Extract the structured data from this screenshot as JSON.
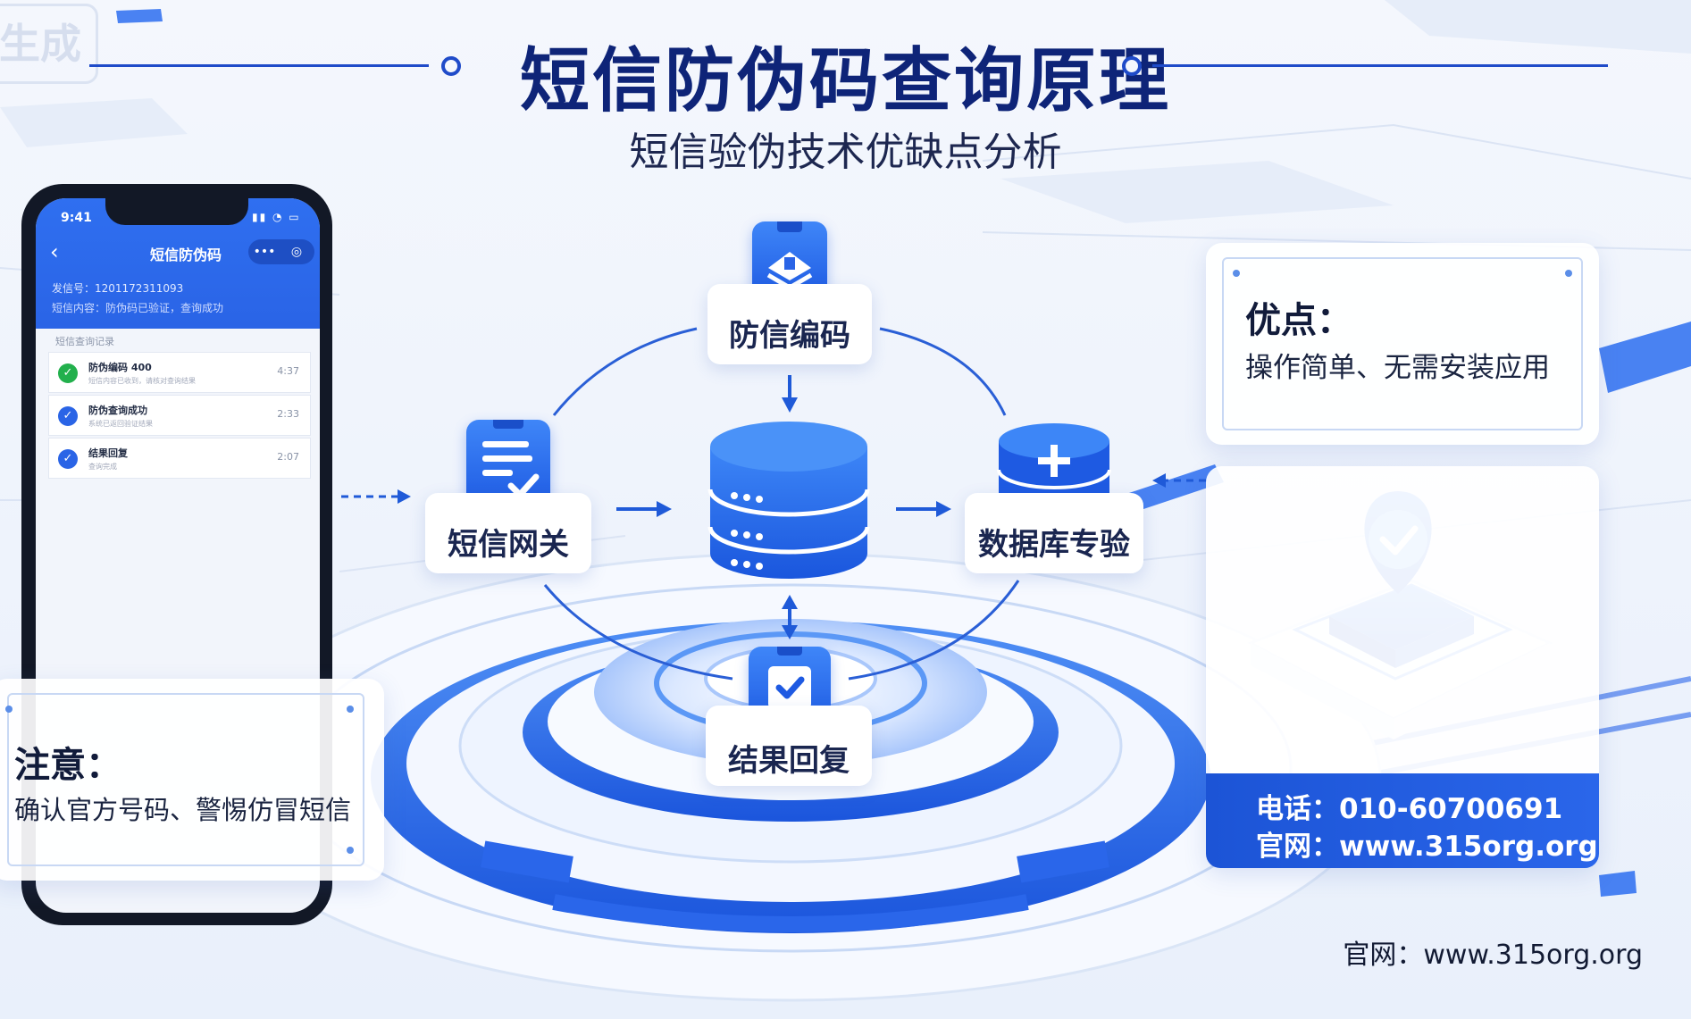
{
  "title": "短信防伪码查询原理",
  "subtitle": "短信验伪技术优缺点分析",
  "watermark": "生成",
  "phone": {
    "time": "9:41",
    "status_icons": "▮▮ ◔ ▭",
    "back": "‹",
    "title": "短信防伪码",
    "menu_dots": "•••",
    "menu_target": "◎",
    "sender": "发信号：1201172311093",
    "description": "短信内容：防伪码已验证，查询成功",
    "section_label": "短信查询记录",
    "items": [
      {
        "icon": "✓",
        "icon_color": "#22b04c",
        "name": "防伪编码 400",
        "sub": "短信内容已收到，请核对查询结果",
        "num": "4:37"
      },
      {
        "icon": "✓",
        "icon_color": "#2a64e6",
        "name": "防伪查询成功",
        "sub": "系统已返回验证结果",
        "num": "2:33"
      },
      {
        "icon": "✓",
        "icon_color": "#2a64e6",
        "name": "结果回复",
        "sub": "查询完成",
        "num": "2:07"
      }
    ]
  },
  "nodes": {
    "encode": "防信编码",
    "gateway": "短信网关",
    "database": "数据库专验",
    "result": "结果回复"
  },
  "advantages": {
    "heading": "优点：",
    "text": "操作简单、无需安装应用"
  },
  "notice": {
    "heading": "注意：",
    "text": "确认官方号码、警惕仿冒短信"
  },
  "contact": {
    "phone": "电话：010-60700691",
    "website": "官网：www.315org.org"
  },
  "footer": "官网：www.315org.org",
  "colors": {
    "brand_blue": "#1f4bc9",
    "title_navy": "#0e2478",
    "accent_blue": "#2a64e6",
    "success_green": "#22b04c"
  }
}
